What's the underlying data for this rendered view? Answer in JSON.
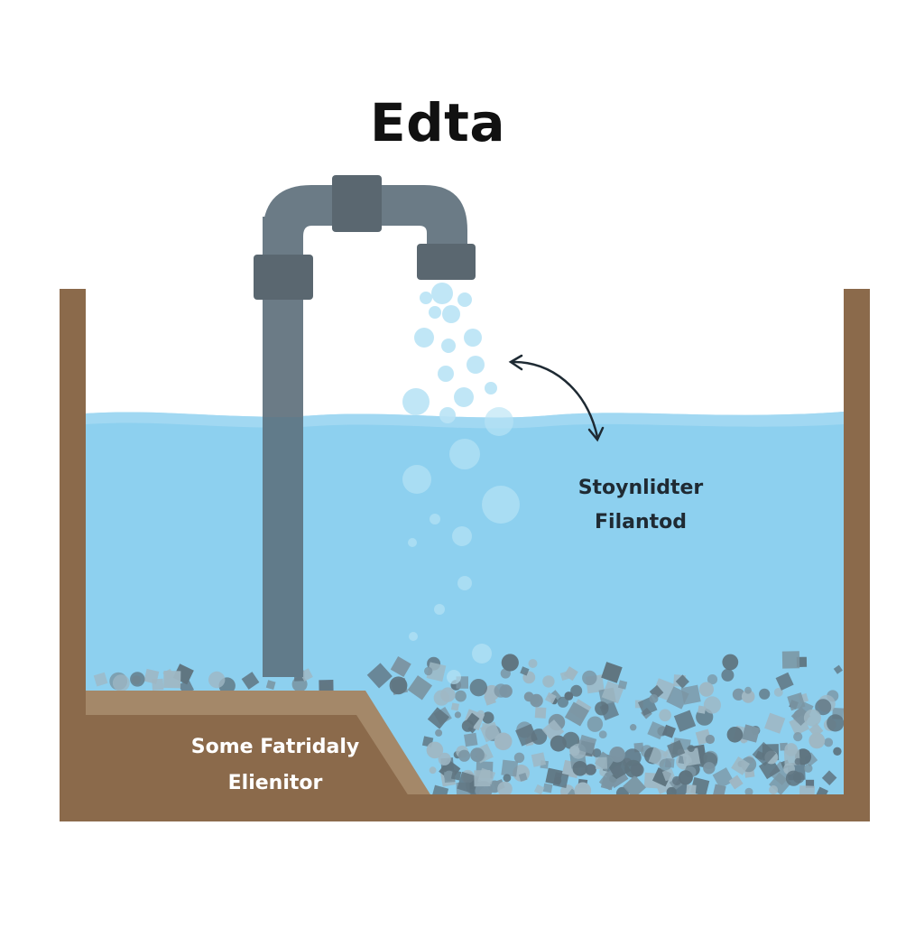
{
  "title": "Edta",
  "annotation_right": {
    "line1": "Stoynlidter",
    "line2": "Filantod"
  },
  "annotation_left": {
    "line1": "Some Fatridaly",
    "line2": "Elienitor"
  },
  "colors": {
    "background": "#ffffff",
    "water": "#8dd0ef",
    "water_surface": "#a9dcf3",
    "tank_wall": "#8b6a4b",
    "ground_fill": "#8b6a4b",
    "ground_light": "#a48869",
    "pipe": "#6b7b86",
    "pipe_joint": "#5a6770",
    "bubble": "#b9e3f5",
    "gravel_dark": "#5f7480",
    "gravel_mid": "#7b95a3",
    "gravel_light": "#9fb7c3"
  },
  "icons": [
    "faucet-pipe-icon",
    "curved-double-arrow-icon"
  ]
}
